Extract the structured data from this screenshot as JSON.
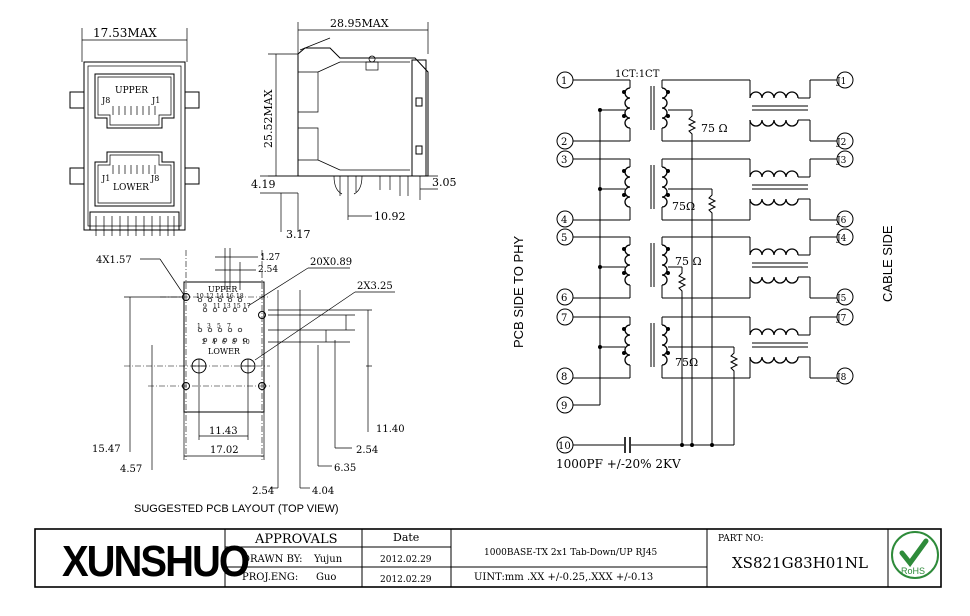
{
  "front_view": {
    "width_dim": "17.53MAX",
    "upper_label": "UPPER",
    "lower_label": "LOWER",
    "upper_pin_left": "J8",
    "upper_pin_right": "J1",
    "lower_pin_left": "J1",
    "lower_pin_right": "J8"
  },
  "side_view": {
    "length_dim": "28.95MAX",
    "height_dim": "25.52MAX",
    "dim_419": "4.19",
    "dim_317": "3.17",
    "dim_1092": "10.92",
    "dim_305": "3.05"
  },
  "pcb_layout": {
    "title": "SUGGESTED PCB LAYOUT (TOP VIEW)",
    "upper_label": "UPPER",
    "lower_label": "LOWER",
    "upper_pins": [
      "10",
      "12",
      "14",
      "16",
      "18"
    ],
    "upper_pins2": [
      "9",
      "11",
      "13",
      "15",
      "17"
    ],
    "lower_pins": [
      "1",
      "3",
      "5",
      "7"
    ],
    "lower_pins2": [
      "2",
      "4",
      "6",
      "8",
      "10"
    ],
    "dims": {
      "d_4x157": "4X1.57",
      "d_127": "1.27",
      "d_254_top": "2.54",
      "d_20x089": "20X0.89",
      "d_2x325": "2X3.25",
      "d_1547": "15.47",
      "d_457": "4.57",
      "d_1143": "11.43",
      "d_1702": "17.02",
      "d_1140": "11.40",
      "d_254_right": "2.54",
      "d_635": "6.35",
      "d_404": "4.04",
      "d_254_bottom": "2.54"
    }
  },
  "schematic": {
    "ratio": "1CT:1CT",
    "left_pins": [
      "1",
      "2",
      "3",
      "4",
      "5",
      "6",
      "7",
      "8",
      "9",
      "10"
    ],
    "right_pins": [
      "J1",
      "J2",
      "J3",
      "J6",
      "J4",
      "J5",
      "J7",
      "J8"
    ],
    "resistors": [
      "75 Ω",
      "75Ω",
      "75 Ω",
      "75Ω"
    ],
    "cap_label": "1000PF +/-20% 2KV",
    "left_side": "PCB SIDE TO PHY",
    "right_side": "CABLE SIDE"
  },
  "title_block": {
    "logo": "XUNSHUO",
    "approvals": "APPROVALS",
    "date_header": "Date",
    "drawn_by_label": "DRAWN BY:",
    "drawn_by_name": "Yujun",
    "drawn_date": "2012.02.29",
    "proj_eng_label": "PROJ.ENG:",
    "proj_eng_name": "Guo",
    "proj_date": "2012.02.29",
    "description": "1000BASE-TX 2x1 Tab-Down/UP RJ45",
    "units": "UINT:mm .XX +/-0.25,.XXX +/-0.13",
    "part_no_label": "PART NO:",
    "part_no": "XS821G83H01NL",
    "rohs": "RoHS",
    "rohs_color": "#2e8b3a"
  }
}
